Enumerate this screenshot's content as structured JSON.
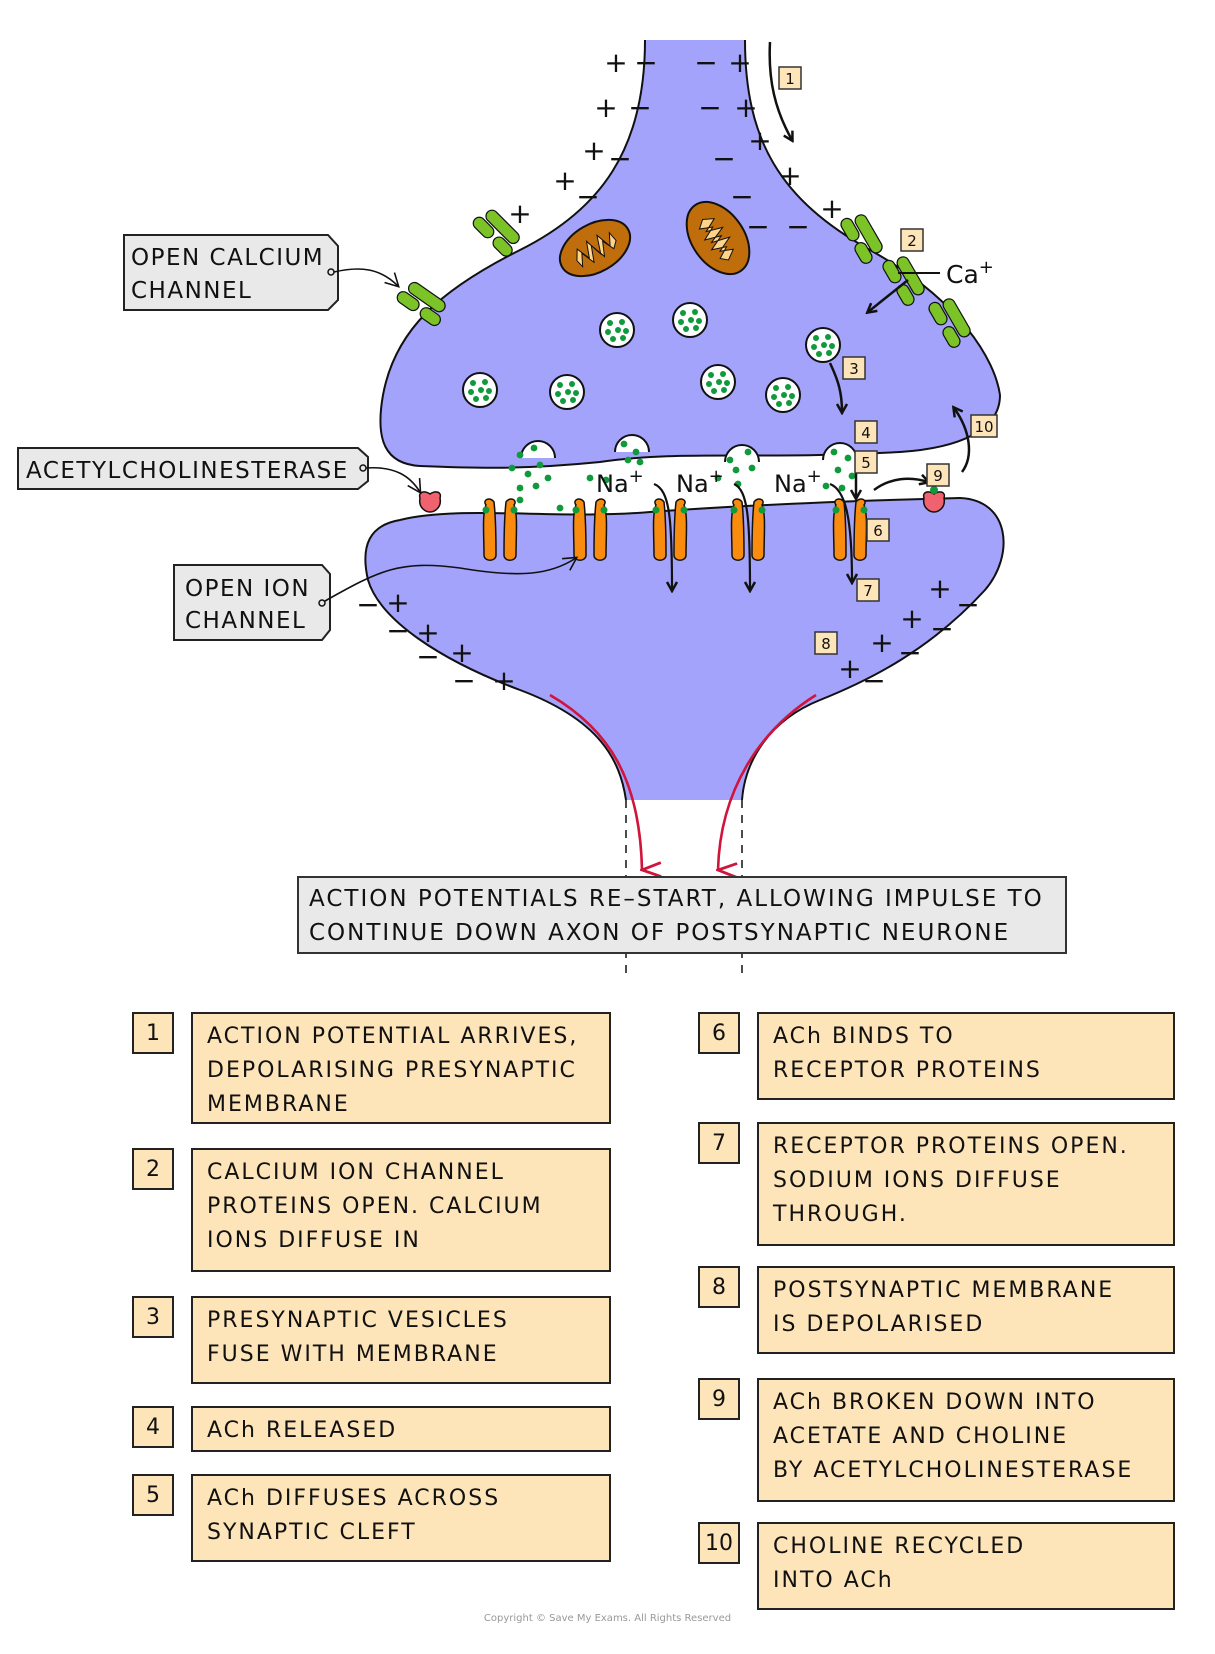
{
  "diagram": {
    "title": "Synaptic transmission at a cholinergic synapse",
    "colors": {
      "neurone_fill": "#a3a3fb",
      "calcium_channel": "#7cc327",
      "mitochondrion": "#c06d0b",
      "mitochondrion_inner": "#fcd48a",
      "vesicle_dots": "#0f9a3c",
      "receptor_protein": "#f98c0f",
      "enzyme": "#f0636e",
      "impulse_arrow": "#d0143a",
      "step_box_fill": "#fde5b9",
      "tag_fill": "#e9e9e9"
    },
    "labels": {
      "open_calcium_channel": [
        "OPEN  CALCIUM",
        "CHANNEL"
      ],
      "acetylcholinesterase": "ACETYLCHOLINESTERASE",
      "open_ion_channel": [
        "OPEN  ION",
        "CHANNEL"
      ],
      "calcium_ion": "Ca",
      "calcium_ion_charge": "+",
      "sodium_ion": "Na",
      "sodium_ion_charge": "+",
      "plus": "+",
      "minus": "−"
    },
    "step_markers": [
      "1",
      "2",
      "3",
      "4",
      "5",
      "6",
      "7",
      "8",
      "9",
      "10"
    ],
    "result_text": "ACTION  POTENTIALS  RE–START, ALLOWING IMPULSE  TO\nCONTINUE  DOWN  AXON  OF  POSTSYNAPTIC  NEURONE"
  },
  "steps": [
    {
      "num": "1",
      "text": "ACTION  POTENTIAL  ARRIVES,\nDEPOLARISING  PRESYNAPTIC\nMEMBRANE"
    },
    {
      "num": "2",
      "text": "CALCIUM  ION  CHANNEL\nPROTEINS  OPEN.  CALCIUM\nIONS  DIFFUSE  IN"
    },
    {
      "num": "3",
      "text": "PRESYNAPTIC  VESICLES\nFUSE WITH  MEMBRANE"
    },
    {
      "num": "4",
      "text": "ACh  RELEASED"
    },
    {
      "num": "5",
      "text": "ACh  DIFFUSES  ACROSS\nSYNAPTIC  CLEFT"
    },
    {
      "num": "6",
      "text": "ACh  BINDS  TO\nRECEPTOR  PROTEINS"
    },
    {
      "num": "7",
      "text": "RECEPTOR  PROTEINS  OPEN.\nSODIUM  IONS  DIFFUSE\nTHROUGH."
    },
    {
      "num": "8",
      "text": "POSTSYNAPTIC  MEMBRANE\nIS  DEPOLARISED"
    },
    {
      "num": "9",
      "text": "ACh  BROKEN  DOWN  INTO\nACETATE  AND  CHOLINE\nBY  ACETYLCHOLINESTERASE"
    },
    {
      "num": "10",
      "text": "CHOLINE  RECYCLED\nINTO  ACh"
    }
  ],
  "footer": {
    "copyright": "Copyright © Save My Exams. All Rights Reserved"
  }
}
